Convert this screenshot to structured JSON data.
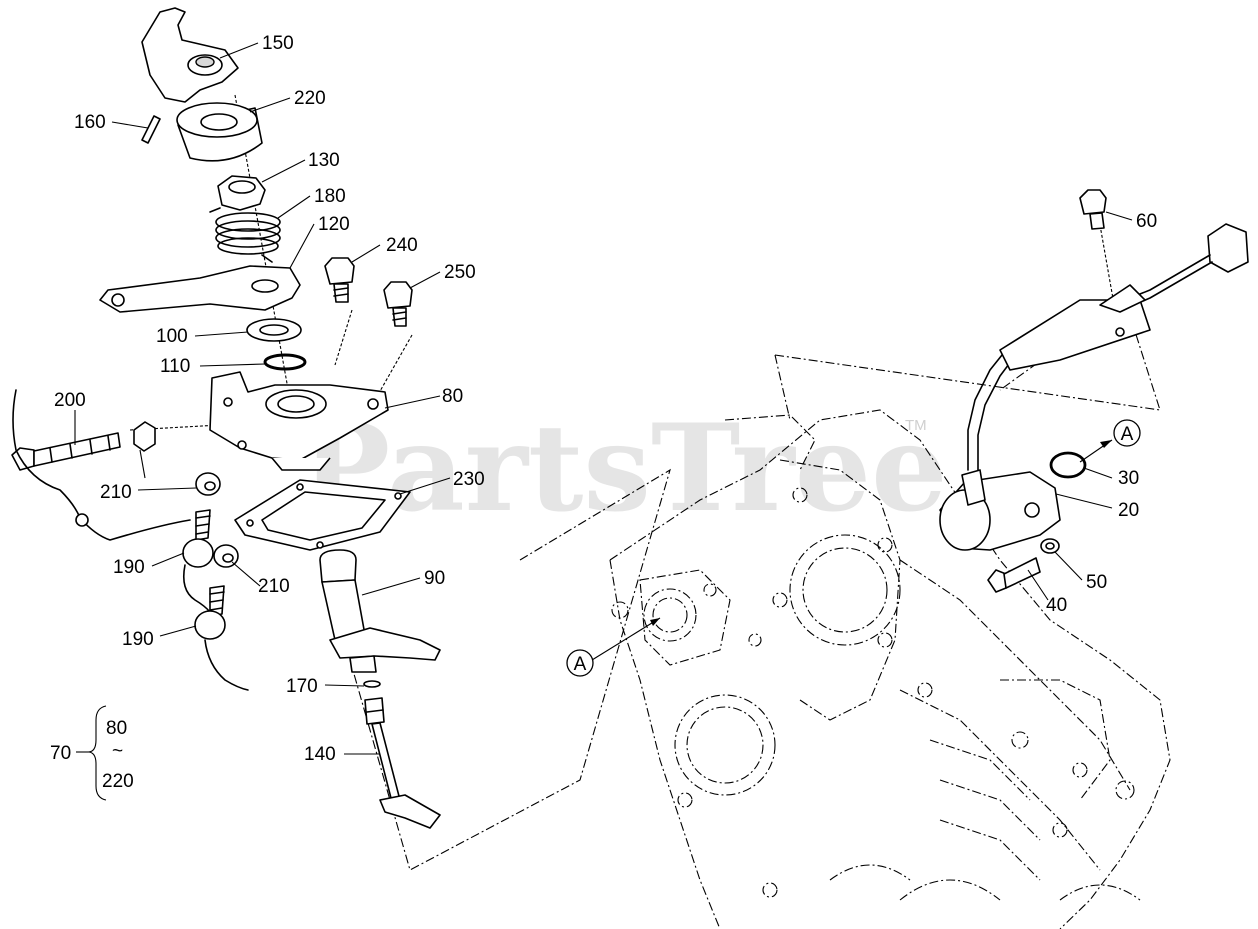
{
  "watermark": {
    "text": "PartsTree",
    "trademark": "TM"
  },
  "callouts": {
    "c150": "150",
    "c220": "220",
    "c160": "160",
    "c130": "130",
    "c180": "180",
    "c120": "120",
    "c240": "240",
    "c250": "250",
    "c100": "100",
    "c110": "110",
    "c80": "80",
    "c200": "200",
    "c210a": "210",
    "c230": "230",
    "c190a": "190",
    "c210b": "210",
    "c90": "90",
    "c190b": "190",
    "c170": "170",
    "c140": "140",
    "c60": "60",
    "c30": "30",
    "c20": "20",
    "c50": "50",
    "c40": "40"
  },
  "group": {
    "label": "70",
    "from": "80",
    "tilde": "~",
    "to": "220"
  },
  "refs": {
    "a_left": "A",
    "a_right": "A"
  }
}
